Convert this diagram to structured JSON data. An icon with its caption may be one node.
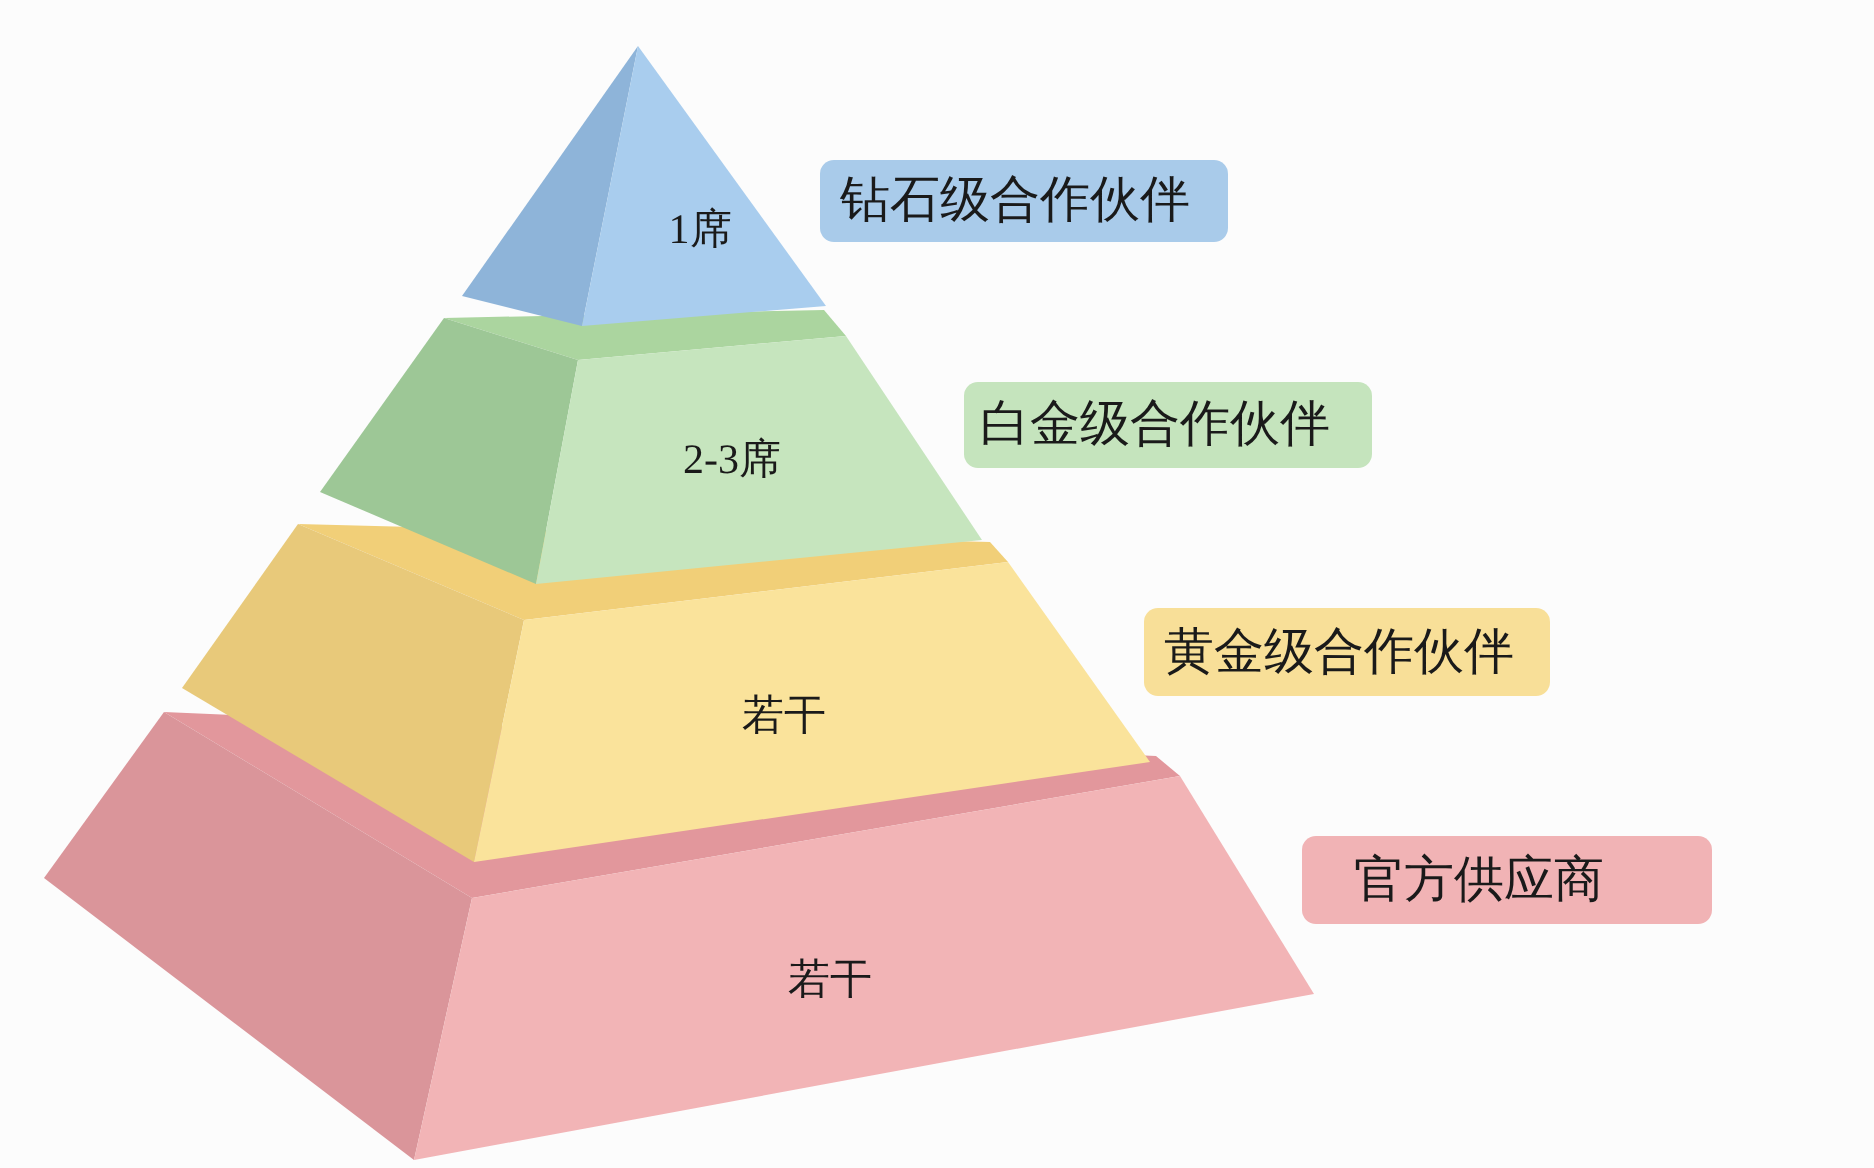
{
  "diagram": {
    "nodes": [
      {
        "text": [
          "1席"
        ]
      },
      {
        "text": [
          "钻石级合作伙伴"
        ]
      },
      {
        "text": [
          "2-3席"
        ]
      },
      {
        "text": [
          "白金级合作伙伴"
        ]
      },
      {
        "text": [
          "若干"
        ]
      },
      {
        "text": [
          "黄金级合作伙伴"
        ]
      },
      {
        "text": [
          "若干"
        ]
      },
      {
        "text": [
          "官方供应商"
        ]
      }
    ]
  }
}
